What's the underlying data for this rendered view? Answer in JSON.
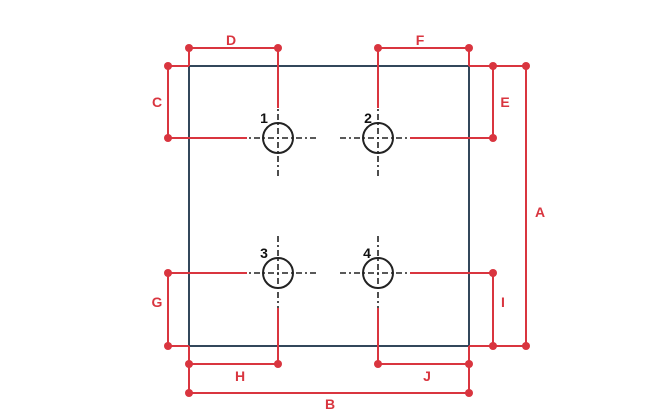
{
  "diagram": {
    "colors": {
      "dimension": "#d9353f",
      "plate": "#33475b",
      "hole": "#222222"
    },
    "dimension_labels": {
      "A": "A",
      "B": "B",
      "C": "C",
      "D": "D",
      "E": "E",
      "F": "F",
      "G": "G",
      "H": "H",
      "I": "I",
      "J": "J"
    },
    "hole_labels": [
      "1",
      "2",
      "3",
      "4"
    ]
  }
}
